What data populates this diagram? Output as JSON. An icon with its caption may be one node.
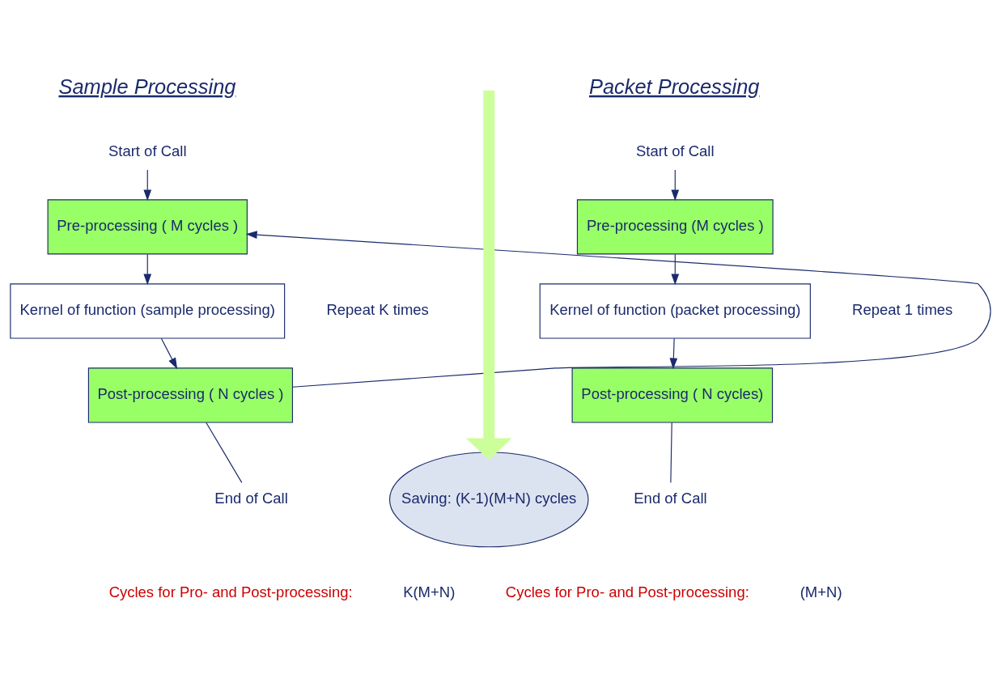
{
  "diagram": {
    "nodes": [
      {
        "text": [
          "Start of Call"
        ]
      },
      {
        "text": [
          "Pre-processing ( M cycles )"
        ]
      },
      {
        "text": [
          "Kernel of function (sample processing)"
        ]
      },
      {
        "text": [
          "Post-processing ( N cycles )"
        ]
      },
      {
        "text": [
          "End of Call"
        ]
      },
      {
        "text": [
          "Start of Call"
        ]
      },
      {
        "text": [
          "Pre-processing (M cycles )"
        ]
      },
      {
        "text": [
          "Kernel of function (packet processing)"
        ]
      },
      {
        "text": [
          "Post-processing ( N cycles)"
        ]
      },
      {
        "text": [
          "End of Call"
        ]
      },
      {
        "text": [
          "Saving: (K-1)(M+N) cycles"
        ]
      }
    ],
    "edges": [
      {
        "from": 0,
        "to": 1,
        "arrow": "to"
      },
      {
        "from": 1,
        "to": 2,
        "arrow": "to"
      },
      {
        "from": 2,
        "to": 3,
        "arrow": "to"
      },
      {
        "from": 3,
        "to": 4,
        "arrow": "none"
      },
      {
        "from": 3,
        "to": 1,
        "arrow": "to"
      },
      {
        "from": 5,
        "to": 6,
        "arrow": "to"
      },
      {
        "from": 6,
        "to": 7,
        "arrow": "to"
      },
      {
        "from": 7,
        "to": 8,
        "arrow": "to"
      },
      {
        "from": 8,
        "to": 9,
        "arrow": "none"
      },
      {
        "from": null,
        "to": 10,
        "arrow": "to",
        "style": "thick",
        "color": "#ccff99"
      }
    ],
    "labels": [
      "Sample Processing",
      "Packet Processing",
      "Repeat K times",
      "Repeat 1 times",
      "Cycles for Pro- and Post-processing:",
      "K(M+N)",
      "Cycles for Pro- and Post-processing:",
      "(M+N)"
    ]
  }
}
